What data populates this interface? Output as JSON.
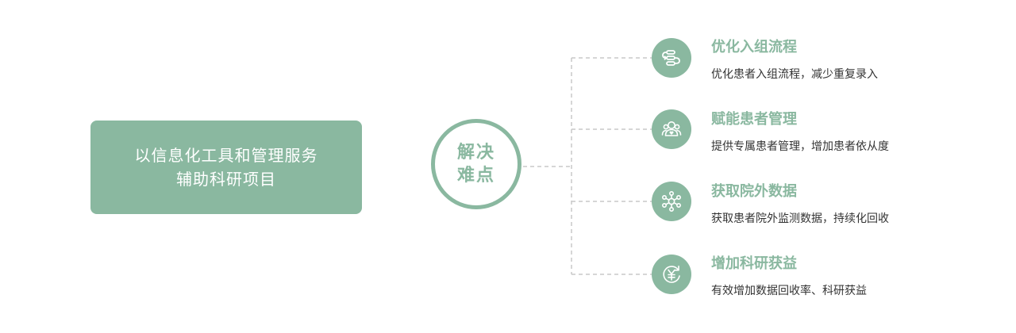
{
  "colors": {
    "accent": "#8ab8a0",
    "connector": "#c8c8c8",
    "description_text": "#333333",
    "background": "#ffffff"
  },
  "main": {
    "line1": "以信息化工具和管理服务",
    "line2": "辅助科研项目"
  },
  "center": {
    "line1": "解决",
    "line2": "难点"
  },
  "items": [
    {
      "icon": "flow-list-icon",
      "title": "优化入组流程",
      "description": "优化患者入组流程，减少重复录入"
    },
    {
      "icon": "patients-heart-icon",
      "title": "赋能患者管理",
      "description": "提供专属患者管理，增加患者依从度"
    },
    {
      "icon": "network-nodes-icon",
      "title": "获取院外数据",
      "description": "获取患者院外监测数据，持续化回收"
    },
    {
      "icon": "yuan-cycle-icon",
      "title": "增加科研获益",
      "description": "有效增加数据回收率、科研获益"
    }
  ]
}
